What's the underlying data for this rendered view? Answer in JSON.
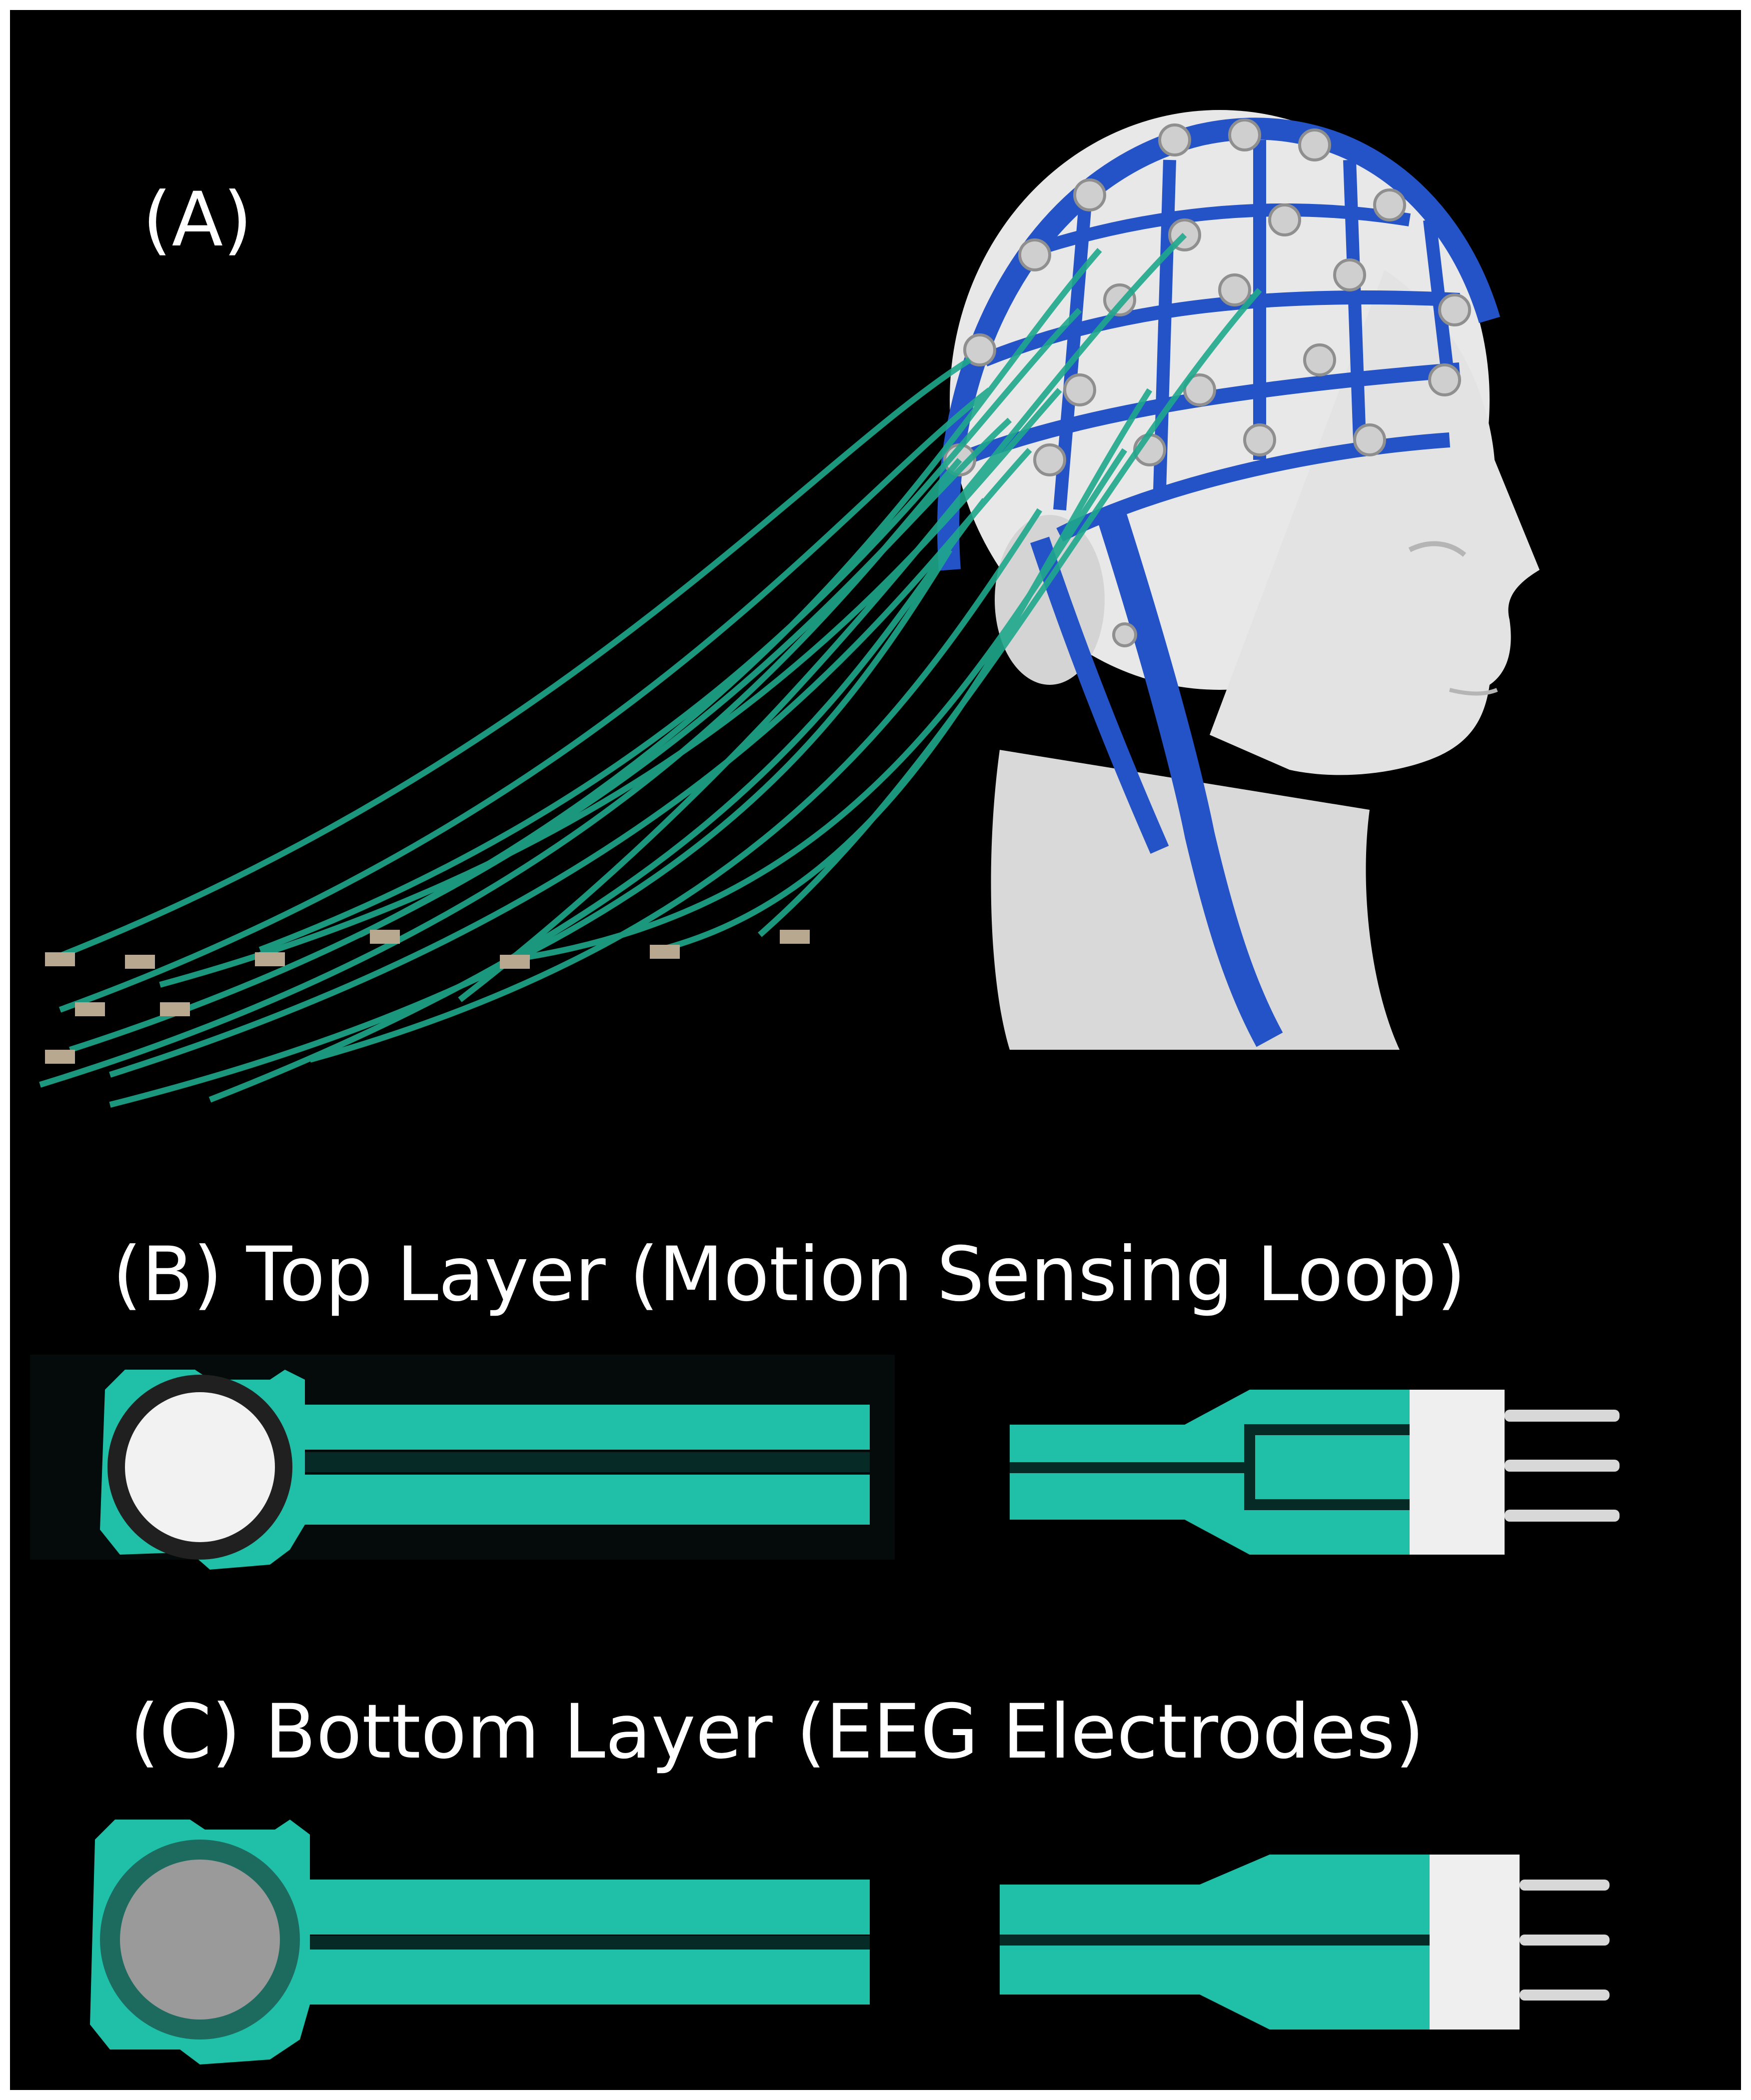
{
  "figure": {
    "panels": [
      {
        "id": "A",
        "label": "(A)"
      },
      {
        "id": "B",
        "label": "(B) Top Layer (Motion Sensing Loop)"
      },
      {
        "id": "C",
        "label": "(C) Bottom Layer (EEG Electrodes)"
      }
    ],
    "colors": {
      "background": "#000000",
      "cap_blue": "#2453c8",
      "lead_green": "#1fa88c",
      "pcb_teal": "#1fbfa8",
      "electrode_white": "#f2f2f2",
      "electrode_grey": "#9a9a9a",
      "mannequin": "#e6e6e6"
    }
  }
}
